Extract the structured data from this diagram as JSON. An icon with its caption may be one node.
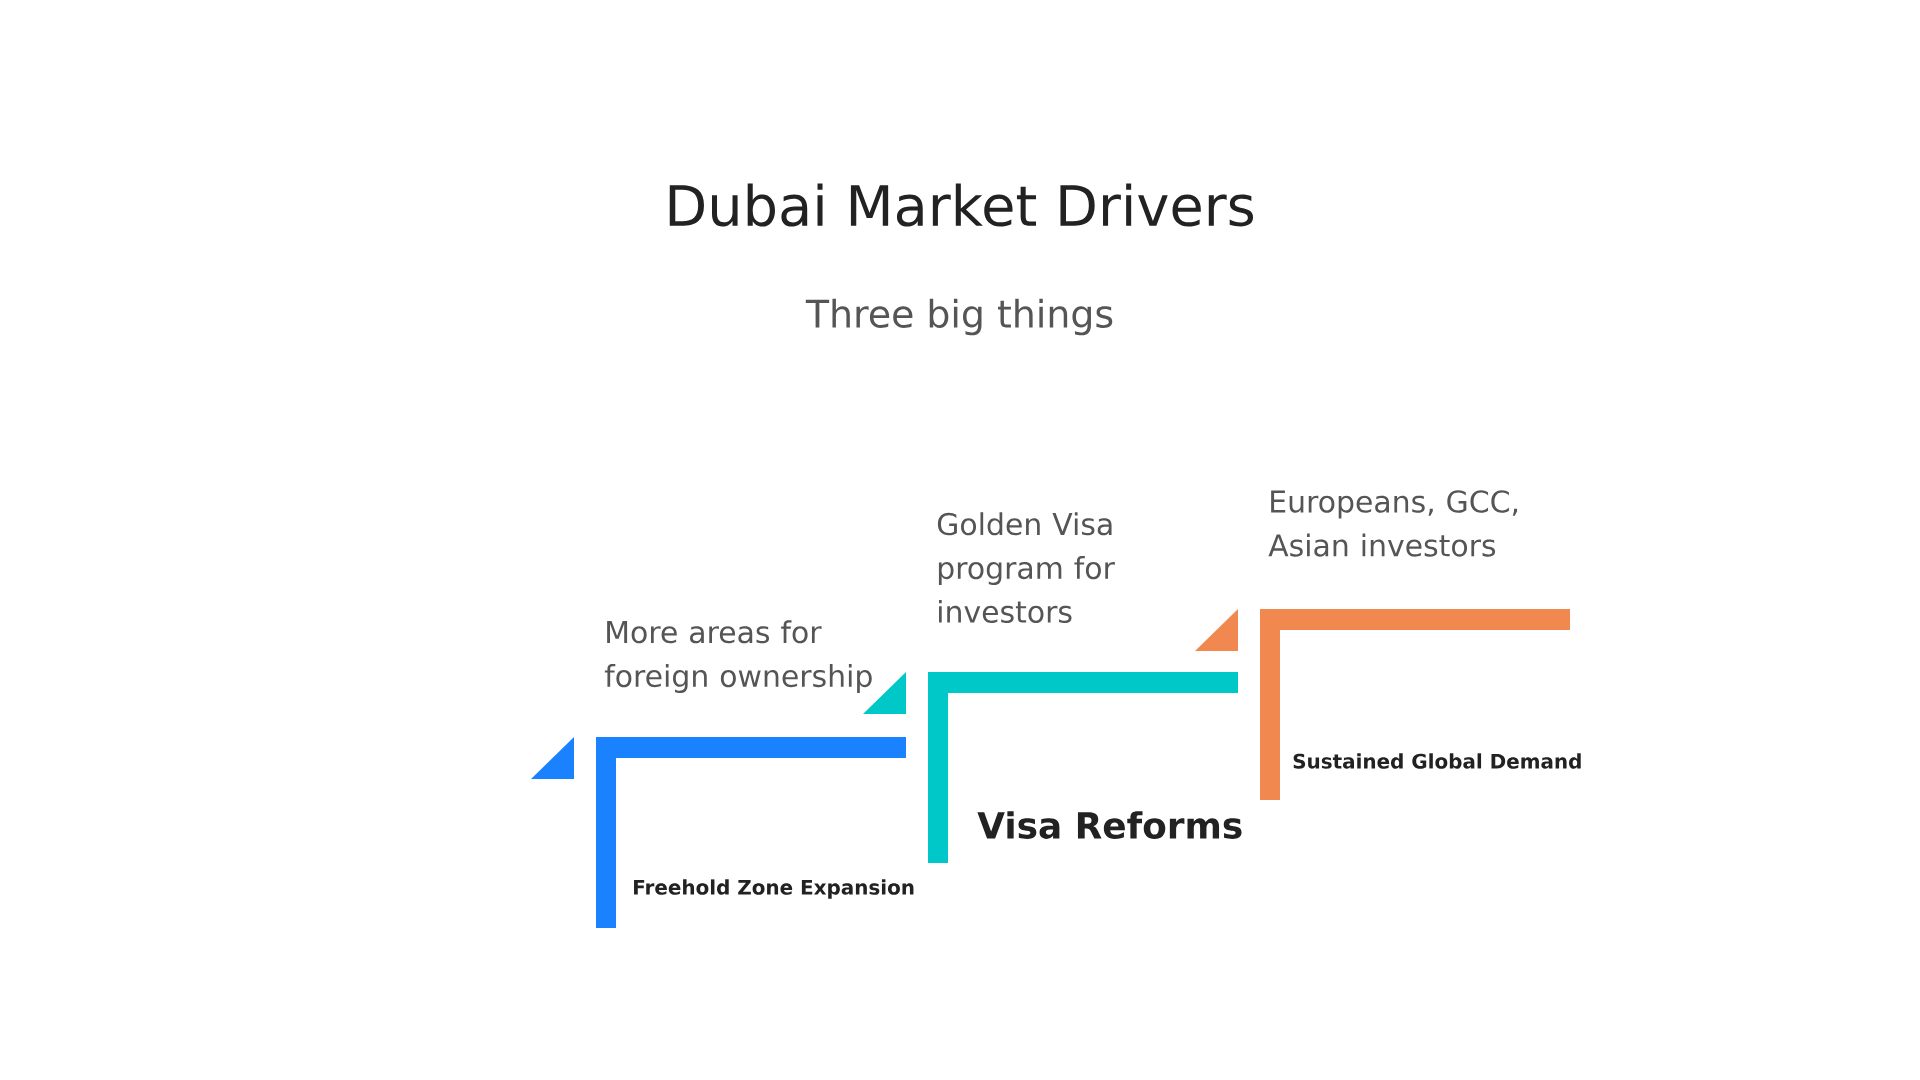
{
  "diagram": {
    "title": "Dubai Market Drivers",
    "labels": [
      "Three big things"
    ],
    "nodes": [
      {
        "text": [
          "More areas for foreign ownership",
          "Freehold Zone Expansion"
        ]
      },
      {
        "text": [
          "Golden Visa program for investors",
          "Visa Reforms"
        ]
      },
      {
        "text": [
          "Europeans, GCC, Asian investors",
          "Sustained Global Demand"
        ]
      }
    ]
  }
}
